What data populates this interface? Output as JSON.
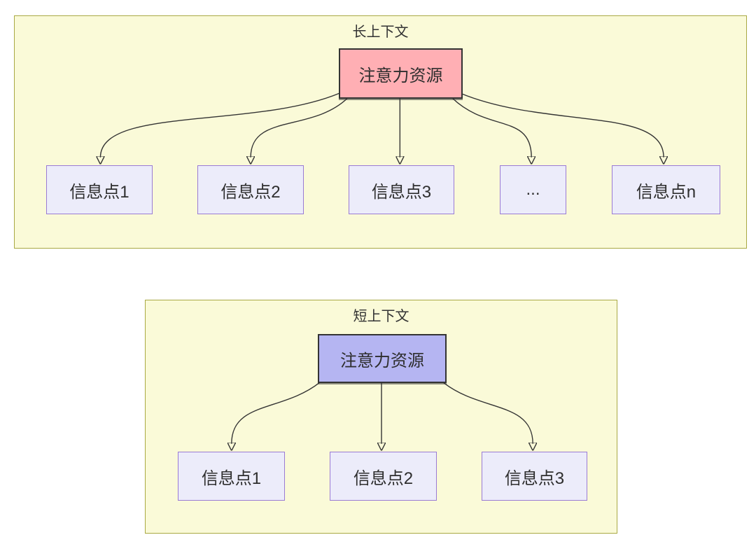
{
  "colors": {
    "page_background": "#ffffff",
    "panel_fill": "#fafad8",
    "panel_border": "#a9a943",
    "long_root_fill": "#ffafb4",
    "short_root_fill": "#b5b5f2",
    "info_node_fill": "#ececfa",
    "info_node_border": "#9a7bd4",
    "node_border_dark": "#333333",
    "arrow_color": "#333333",
    "text_color": "#2e2e2e"
  },
  "panels": [
    {
      "title": "长上下文",
      "root": {
        "label": "注意力资源",
        "fill": "#ffafb4"
      },
      "nodes": [
        {
          "label": "信息点1"
        },
        {
          "label": "信息点2"
        },
        {
          "label": "信息点3"
        },
        {
          "label": "..."
        },
        {
          "label": "信息点n"
        }
      ]
    },
    {
      "title": "短上下文",
      "root": {
        "label": "注意力资源",
        "fill": "#b5b5f2"
      },
      "nodes": [
        {
          "label": "信息点1"
        },
        {
          "label": "信息点2"
        },
        {
          "label": "信息点3"
        }
      ]
    }
  ]
}
